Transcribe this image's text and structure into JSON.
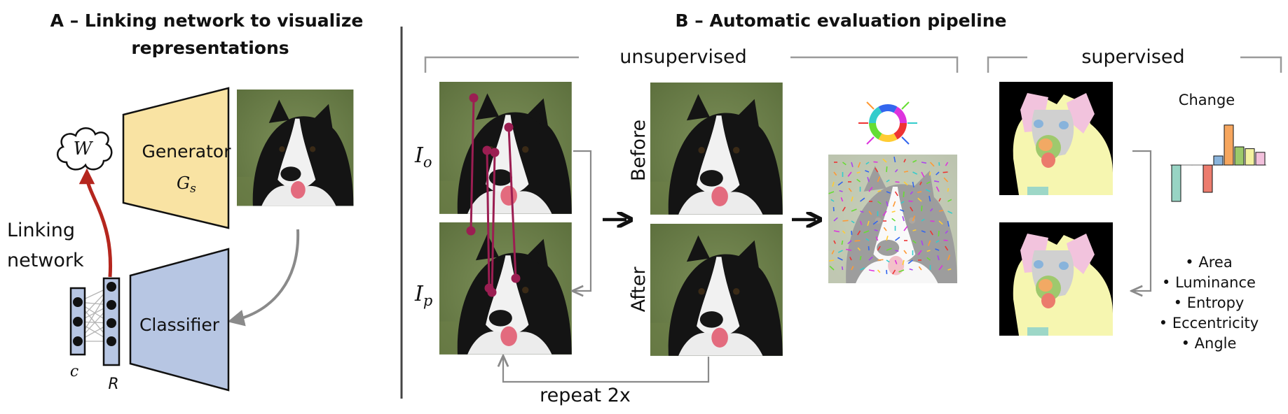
{
  "panel_a": {
    "title_line1": "A – Linking network to visualize",
    "title_line2": "representations",
    "latent_label": "W",
    "generator_label": "Generator",
    "generator_symbol": "G",
    "generator_subscript": "s",
    "classifier_label": "Classifier",
    "linking_line1": "Linking",
    "linking_line2": "network",
    "input_label": "c",
    "rep_label": "R",
    "colors": {
      "generator": "#f9e3a3",
      "classifier": "#b7c6e3",
      "link_arrow": "#b5261e"
    }
  },
  "panel_b": {
    "title": "B – Automatic evaluation pipeline",
    "unsupervised": "unsupervised",
    "supervised": "supervised",
    "original_symbol": "I",
    "original_subscript": "o",
    "perturbed_symbol": "I",
    "perturbed_subscript": "p",
    "before_label": "Before",
    "after_label": "After",
    "repeat_label": "repeat 2x",
    "change_title": "Change",
    "change_bars": [
      {
        "value": -1.0,
        "color": "#98d4c4"
      },
      {
        "value": -0.02,
        "color": "#bbbbbb"
      },
      {
        "value": 0.0,
        "color": "#bbbbbb"
      },
      {
        "value": -0.75,
        "color": "#ec7c6e"
      },
      {
        "value": 0.25,
        "color": "#8ab4dc"
      },
      {
        "value": 1.1,
        "color": "#f6a65e"
      },
      {
        "value": 0.5,
        "color": "#9cc96a"
      },
      {
        "value": 0.45,
        "color": "#f3f2a0"
      },
      {
        "value": 0.35,
        "color": "#f2c0dc"
      }
    ],
    "metrics": [
      "• Area",
      "• Luminance",
      "• Entropy",
      "• Eccentricity",
      "• Angle"
    ]
  }
}
